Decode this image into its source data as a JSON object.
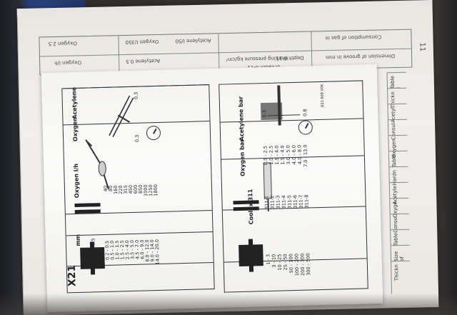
{
  "booklet": {
    "page_number": "11",
    "table_lines": [
      "Consumption of gas in",
      "Dimension of groove in mm",
      "Working pressure kg/cm²",
      "Oxygen l/h",
      "Acetylene l/50",
      "Oxygen l/350",
      "Acetylene 0.5",
      "Oxygen 2.5",
      "Depth 6-11",
      "Breadth 6-11"
    ],
    "side_labels": [
      "Table I",
      "Thickn",
      "Acetyl",
      "Consul",
      "Oxygen",
      "Table",
      "Hardn",
      "Acetyle",
      "Oxyge",
      "Consu",
      "Table",
      "Size of",
      "Thickn"
    ]
  },
  "card": {
    "title": "X21",
    "gas_panel": {
      "headers": [
        "mm",
        "Oxygen l/h",
        "Oxygen",
        "Acetylene"
      ],
      "mm": [
        "0.2 - 0.5",
        "0.5 - 1.0",
        "1.0 - 1.5",
        "1.5 - 2.5",
        "2.5 - 4.0",
        "3.5 - 5.0",
        "4.5 - 7.0",
        "6.0 - 9.0",
        "8.0 - 12.0",
        "9.0 - 14.0",
        "14.0 - 20.0"
      ],
      "oxygen_lh": [
        "40",
        "80",
        "160",
        "220",
        "315",
        "450",
        "600",
        "850",
        "1000",
        "1250",
        "1800"
      ],
      "oxygen_pressure": "0.3",
      "acetylene_pressure": "0.3"
    },
    "cutting_panel": {
      "headers": [
        "mm",
        "Coolex 311",
        "Oxygen bar",
        "Acetylene bar"
      ],
      "mm": [
        "1 - 3",
        "3 - 10",
        "10 - 25",
        "25 - 50",
        "50 - 100",
        "100 - 200",
        "200 - 300",
        "300 - 500"
      ],
      "nozzle": [
        "311-1",
        "311-2",
        "311-3",
        "311-4",
        "311-5",
        "311-6",
        "311-7",
        "311-8"
      ],
      "oxygen_bar": [
        "0.5 - 2.5",
        "1.0 - 2.5",
        "1.5 - 4.0",
        "1.5 - 4.0",
        "3.0 - 5.0",
        "4.0 - 6.0",
        "4.0 - 8.0",
        "7.0 - 13.0"
      ],
      "acetylene_bar_top": "0.3",
      "acetylene_bar_bottom": "0.8"
    },
    "footer_code": "651 608 006"
  }
}
